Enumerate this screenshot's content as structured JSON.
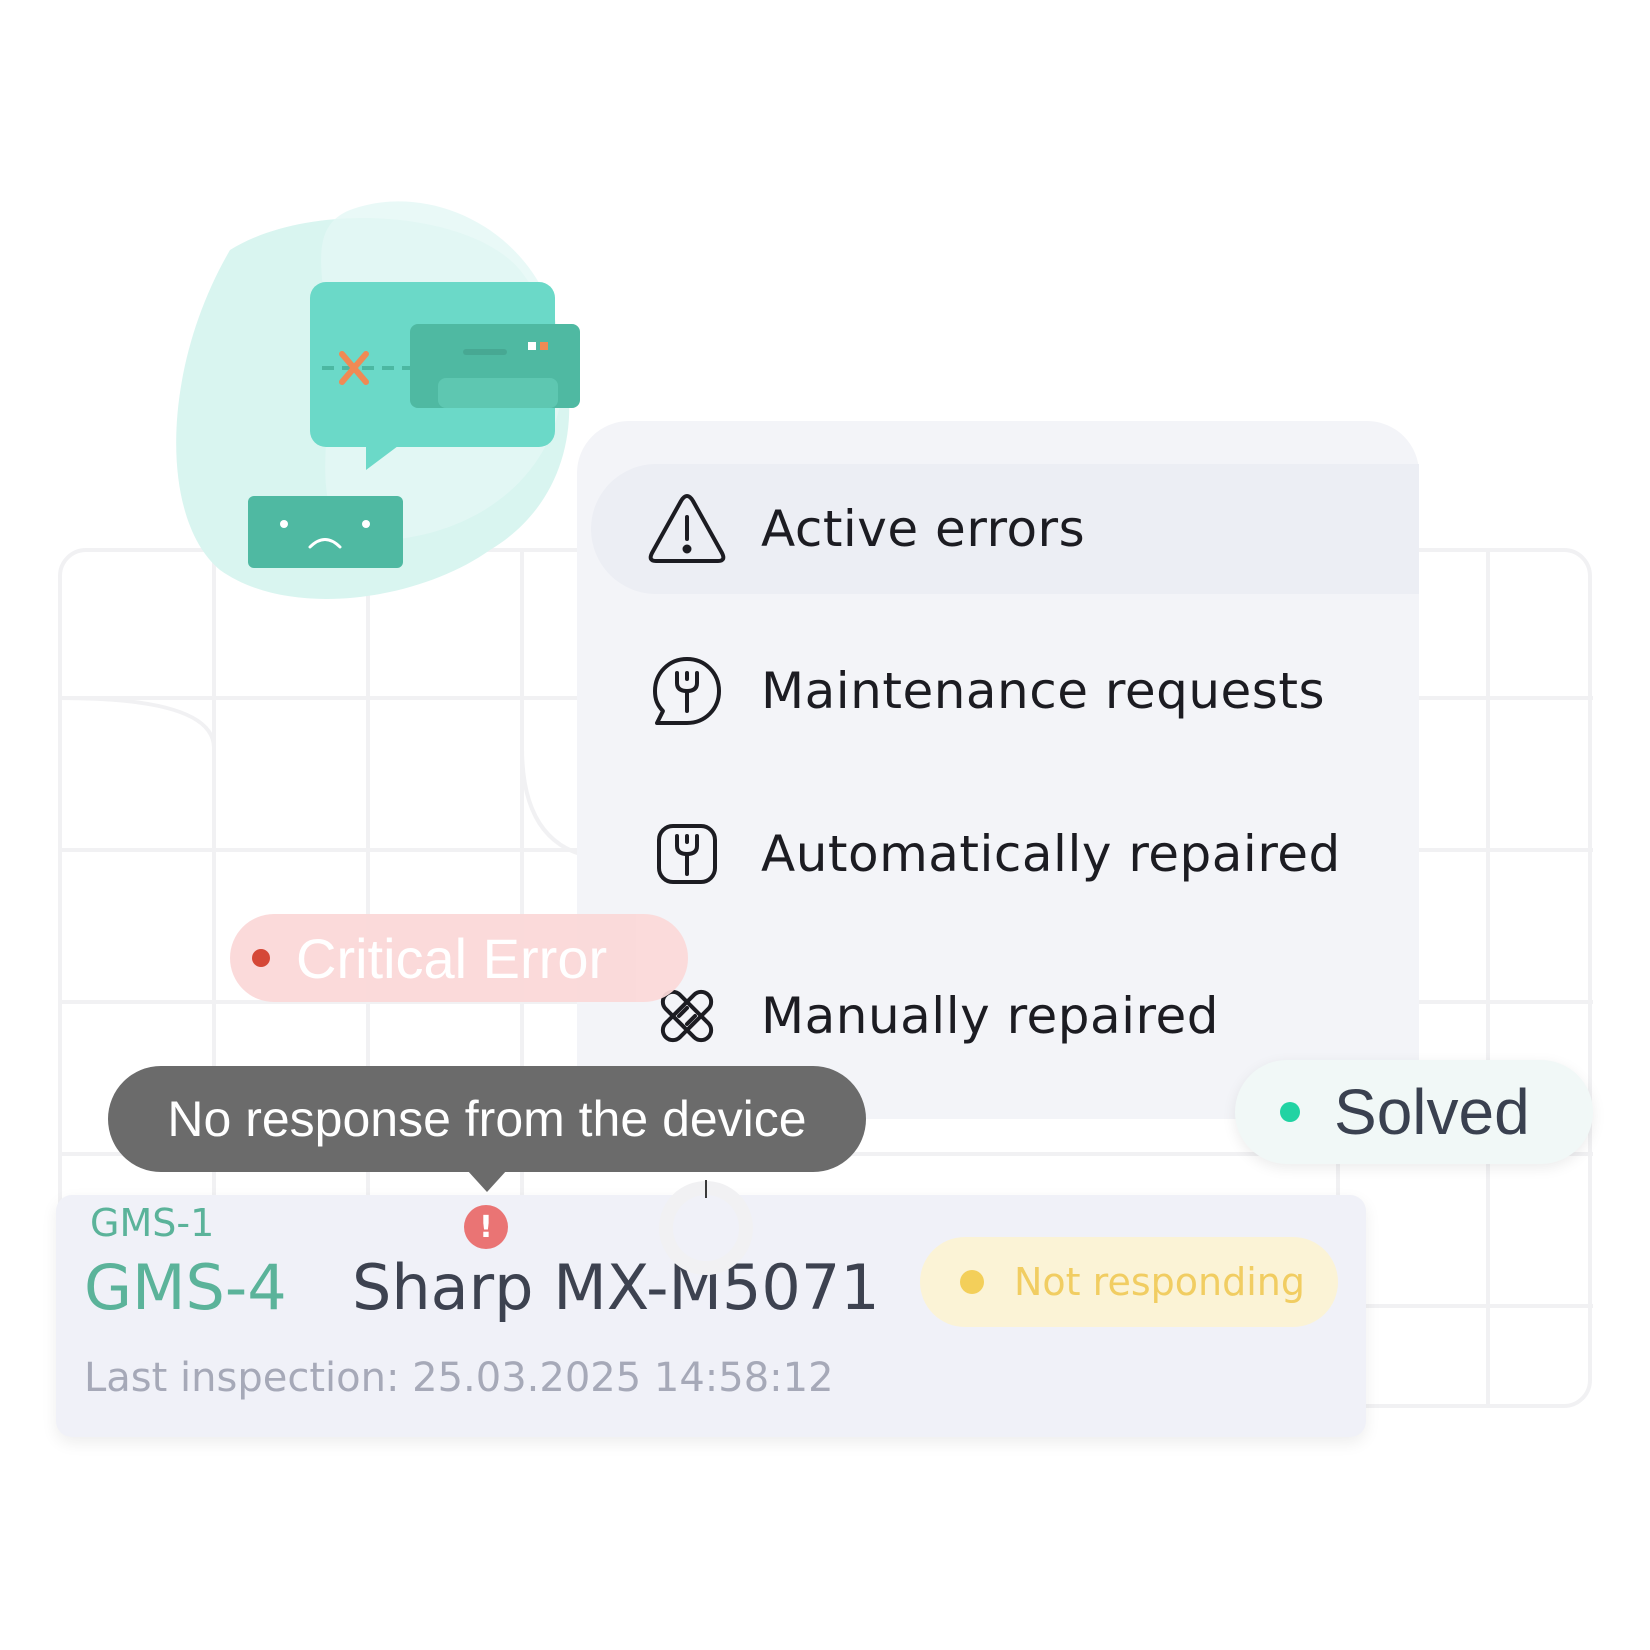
{
  "menu": {
    "items": [
      {
        "label": "Active errors",
        "icon": "warning-triangle-icon",
        "active": true
      },
      {
        "label": "Maintenance requests",
        "icon": "wrench-chat-icon",
        "active": false
      },
      {
        "label": "Automatically repaired",
        "icon": "wrench-box-icon",
        "active": false
      },
      {
        "label": "Manually repaired",
        "icon": "bandage-icon",
        "active": false
      }
    ]
  },
  "badges": {
    "critical": "Critical Error",
    "solved": "Solved"
  },
  "tooltip": {
    "text": "No response from the device"
  },
  "device_card": {
    "sub_id": "GMS-1",
    "id": "GMS-4",
    "name": "Sharp MX-M5071",
    "status": "Not responding",
    "inspection": "Last inspection: 25.03.2025 14:58:12",
    "alert_glyph": "!"
  },
  "colors": {
    "accent_teal": "#5bb39a",
    "illustration_teal": "#6bd9c8",
    "critical_red": "#d33f2d",
    "solved_green": "#21d3a3",
    "warning_yellow": "#f3cf5a",
    "tooltip_gray": "#6b6b6b",
    "alert_red": "#ea7474"
  }
}
